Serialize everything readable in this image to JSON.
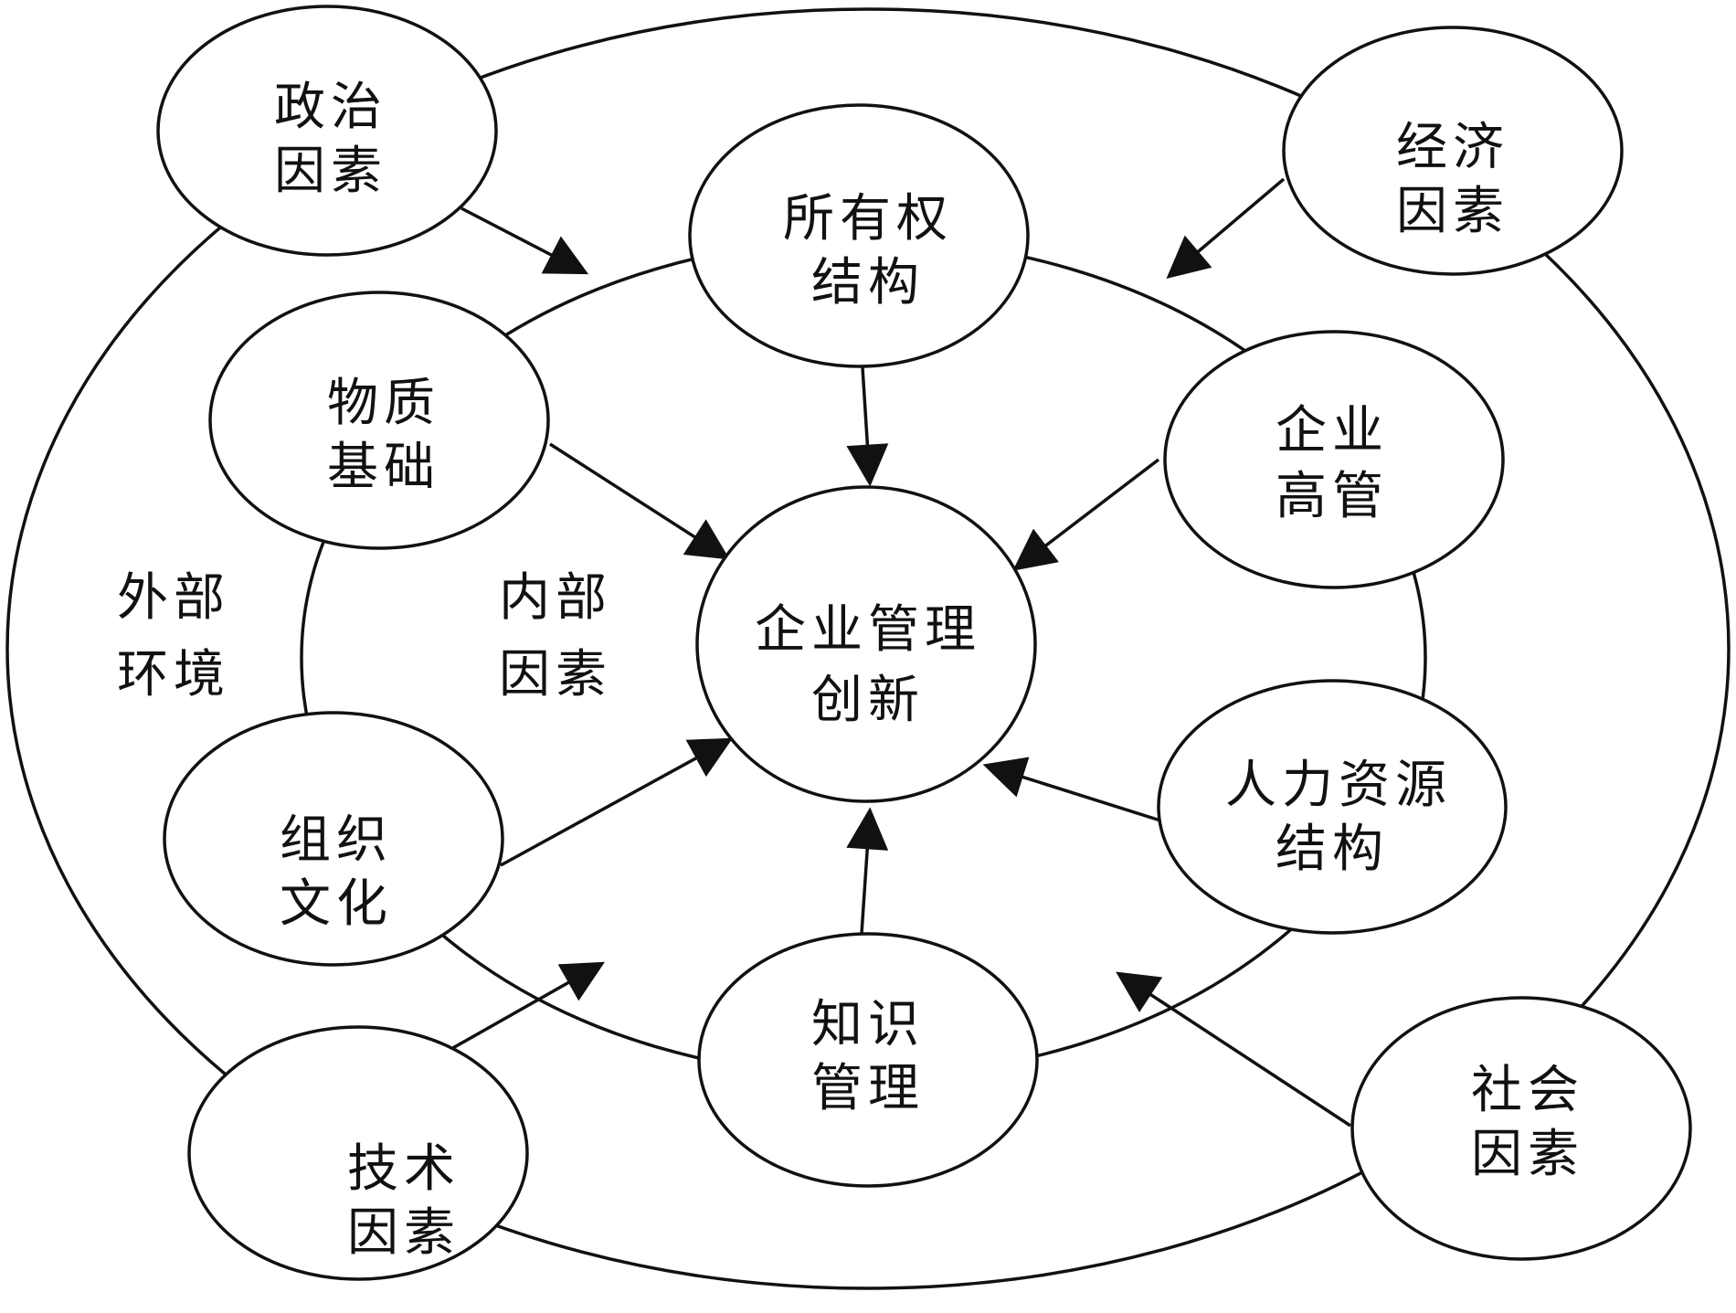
{
  "center": {
    "line1": "企业管理",
    "line2": "创新"
  },
  "regions": {
    "outer": {
      "line1": "外部",
      "line2": "环境"
    },
    "inner": {
      "line1": "内部",
      "line2": "因素"
    }
  },
  "inner_factors": {
    "ownership": {
      "line1": "所有权",
      "line2": "结构"
    },
    "material": {
      "line1": "物质",
      "line2": "基础"
    },
    "executives": {
      "line1": "企业",
      "line2": "高管"
    },
    "culture": {
      "line1": "组织",
      "line2": "文化"
    },
    "hr": {
      "line1": "人力资源",
      "line2": "结构"
    },
    "knowledge": {
      "line1": "知识",
      "line2": "管理"
    }
  },
  "external_factors": {
    "political": {
      "line1": "政治",
      "line2": "因素"
    },
    "economic": {
      "line1": "经济",
      "line2": "因素"
    },
    "technical": {
      "line1": "技术",
      "line2": "因素"
    },
    "social": {
      "line1": "社会",
      "line2": "因素"
    }
  },
  "colors": {
    "stroke": "#111111",
    "fill": "#ffffff"
  }
}
